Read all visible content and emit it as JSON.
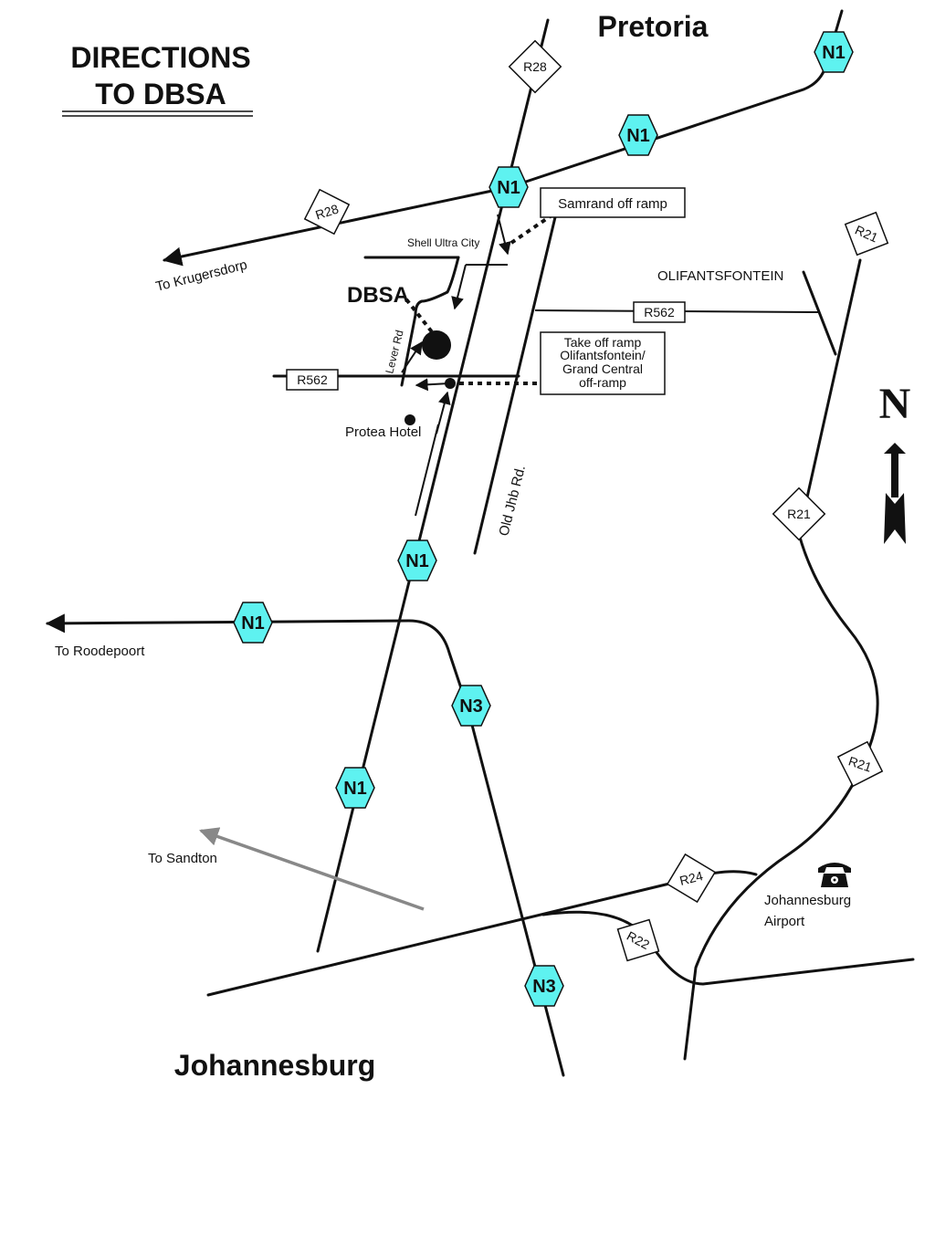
{
  "title": {
    "line1": "DIRECTIONS",
    "line2": "TO DBSA"
  },
  "cities": {
    "north": "Pretoria",
    "south": "Johannesburg"
  },
  "destination": {
    "name": "DBSA"
  },
  "highways": {
    "n1": "N1",
    "n3": "N3"
  },
  "routes": {
    "r28": "R28",
    "r21": "R21",
    "r562": "R562",
    "r24": "R24",
    "r22": "R22"
  },
  "directions": {
    "krugersdorp": "To Krugersdorp",
    "roodepoort": "To Roodepoort",
    "sandton": "To Sandton"
  },
  "places": {
    "shell": "Shell Ultra City",
    "olifantsfontein": "OLIFANTSFONTEIN",
    "protea": "Protea Hotel",
    "airport_line1": "Johannesburg",
    "airport_line2": "Airport"
  },
  "streets": {
    "lever": "Lever Rd",
    "old_jhb": "Old Jhb Rd."
  },
  "callouts": {
    "samrand": "Samrand off ramp",
    "takeoff_line1": "Take off ramp",
    "takeoff_line2": "Olifantsfontein/",
    "takeoff_line3": "Grand Central",
    "takeoff_line4": "off-ramp"
  },
  "compass": {
    "north": "N"
  },
  "icons": [
    "telephone-icon",
    "north-arrow-icon"
  ],
  "colors": {
    "highway_shield": "#5ef2f0",
    "sandton_arrow": "#888888"
  }
}
